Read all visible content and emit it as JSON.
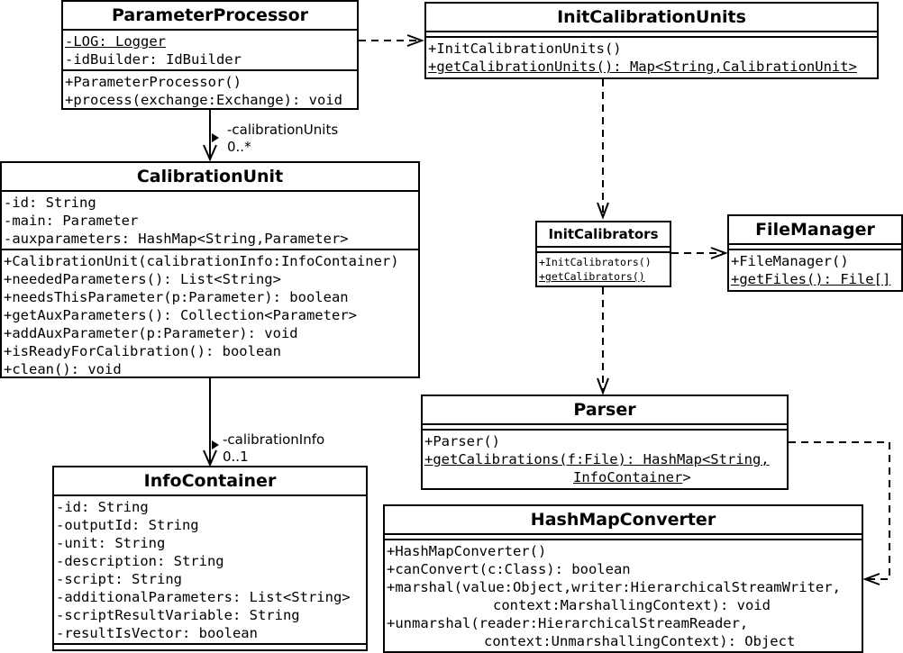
{
  "classes": {
    "parameter_processor": {
      "name": "ParameterProcessor",
      "attributes": [
        "-LOG: Logger",
        "-idBuilder: IdBuilder"
      ],
      "operations": [
        "+ParameterProcessor()",
        "+process(exchange:Exchange): void"
      ]
    },
    "init_calibration_units": {
      "name": "InitCalibrationUnits",
      "operations": [
        "+InitCalibrationUnits()",
        "+getCalibrationUnits(): Map<String,CalibrationUnit>"
      ]
    },
    "calibration_unit": {
      "name": "CalibrationUnit",
      "attributes": [
        "-id: String",
        "-main: Parameter",
        "-auxparameters: HashMap<String,Parameter>"
      ],
      "operations": [
        "+CalibrationUnit(calibrationInfo:InfoContainer)",
        "+neededParameters(): List<String>",
        "+needsThisParameter(p:Parameter): boolean",
        "+getAuxParameters(): Collection<Parameter>",
        "+addAuxParameter(p:Parameter): void",
        "+isReadyForCalibration(): boolean",
        "+clean(): void"
      ]
    },
    "init_calibrators": {
      "name": "InitCalibrators",
      "operations": [
        "+InitCalibrators()",
        "+getCalibrators()"
      ]
    },
    "file_manager": {
      "name": "FileManager",
      "operations": [
        "+FileManager()",
        "+getFiles(): File[]"
      ]
    },
    "parser": {
      "name": "Parser",
      "operations": [
        "+Parser()",
        "+getCalibrations(f:File): HashMap<String,",
        "InfoContainer"
      ],
      "operations_suffix": ">"
    },
    "info_container": {
      "name": "InfoContainer",
      "attributes": [
        "-id: String",
        "-outputId: String",
        "-unit: String",
        "-description: String",
        "-script: String",
        "-additionalParameters: List<String>",
        "-scriptResultVariable: String",
        "-resultIsVector: boolean"
      ]
    },
    "hash_map_converter": {
      "name": "HashMapConverter",
      "operations": [
        "+HashMapConverter()",
        "+canConvert(c:Class): boolean",
        "+marshal(value:Object,writer:HierarchicalStreamWriter,",
        "context:MarshallingContext): void",
        "+unmarshal(reader:HierarchicalStreamReader,",
        "context:UnmarshallingContext): Object"
      ]
    }
  },
  "associations": {
    "calibration_units": {
      "role": "-calibrationUnits",
      "multiplicity": "0..*"
    },
    "calibration_info": {
      "role": "-calibrationInfo",
      "multiplicity": "0..1"
    }
  }
}
